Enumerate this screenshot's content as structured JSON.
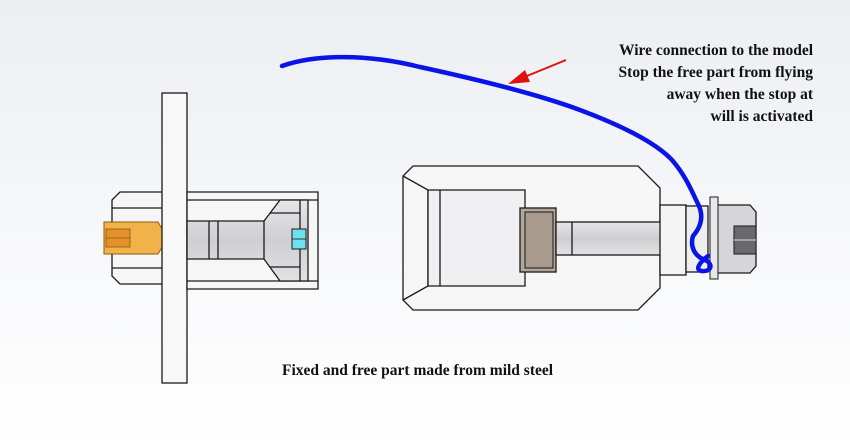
{
  "annotation": {
    "lines": [
      "Wire connection to the model",
      "Stop the free part from flying",
      "away when the stop at",
      "will is activated"
    ]
  },
  "caption": "Fixed and free part made from mild steel",
  "colors": {
    "wire": "#0a14e6",
    "arrow": "#e01010",
    "outline": "#1a1a1a",
    "part_fill": "#f6f6f6",
    "bore_fill": "#d9d9dc",
    "bushing_fill": "#b3a79a",
    "brass_fill": "#f2b24a",
    "cyan_detail": "#6fe0ee"
  },
  "icons": [
    "red-arrow-icon",
    "wire-icon"
  ]
}
